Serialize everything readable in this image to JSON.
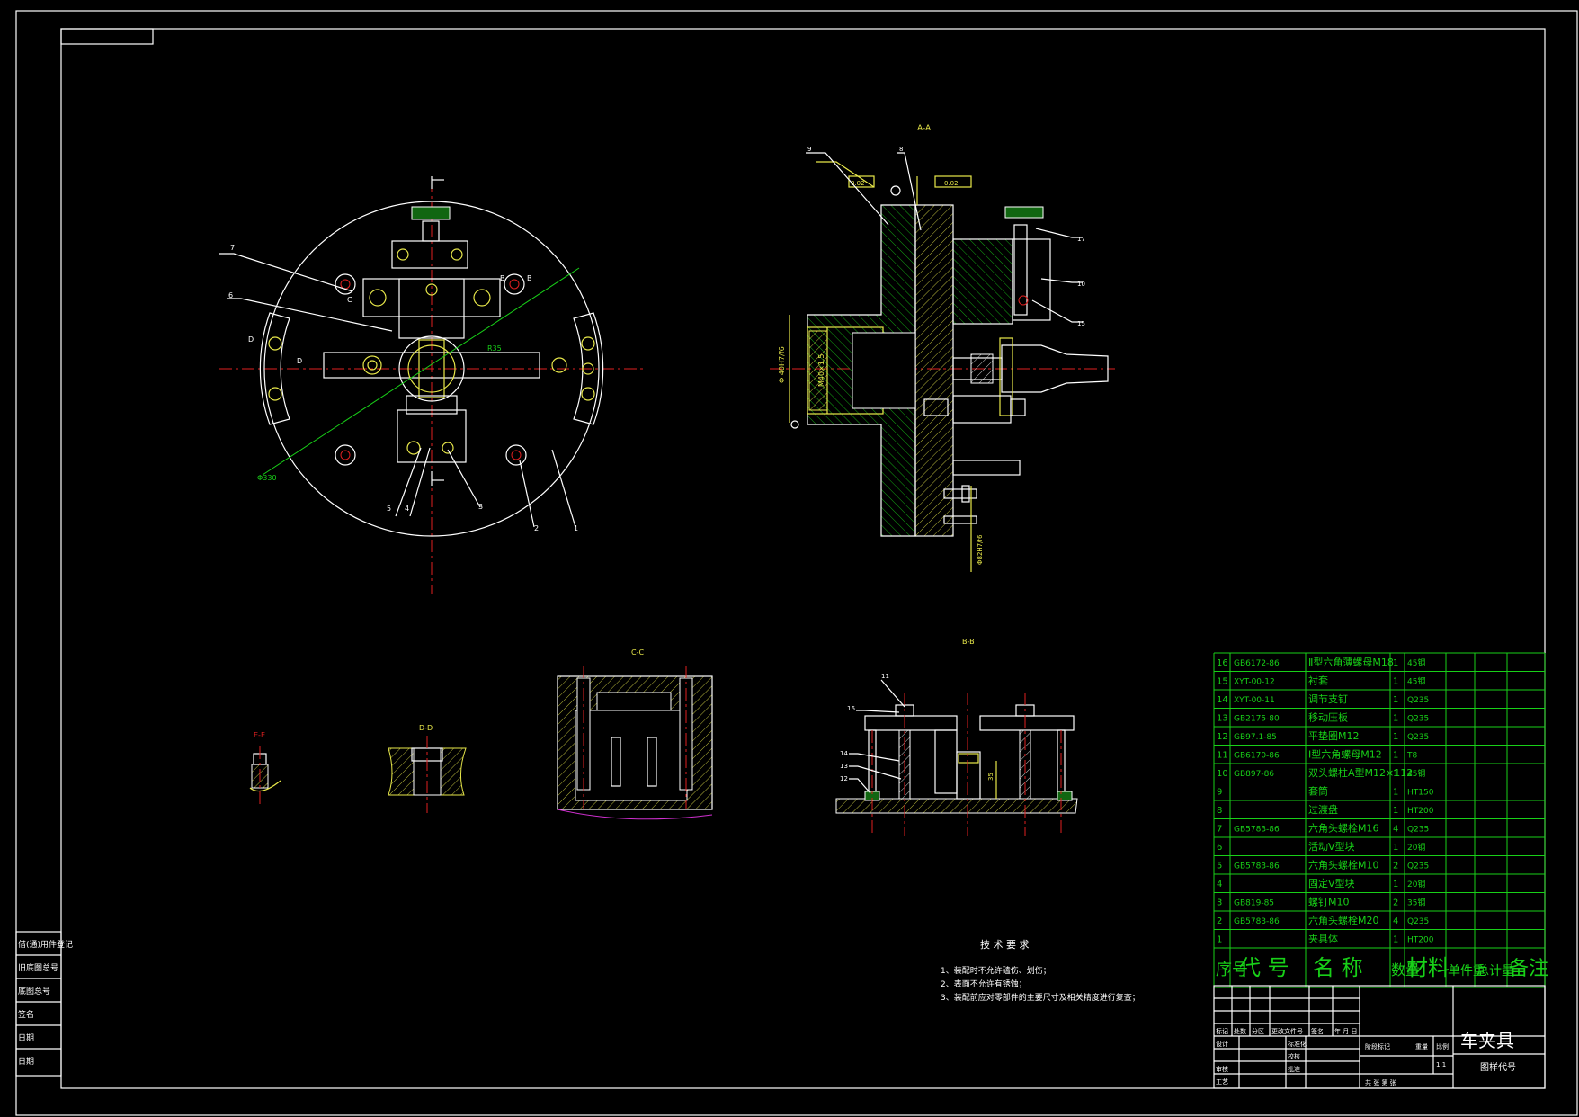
{
  "drawing": {
    "title": "车夹具",
    "drawing_no_label": "图样代号",
    "scale_value": "1:1"
  },
  "views": {
    "section_aa": "A-A",
    "section_cc": "C-C",
    "section_bb": "B-B",
    "section_dd": "D-D",
    "section_ee": "E-E"
  },
  "tech_req": {
    "heading": "技 术 要 求",
    "items": [
      "1、装配时不允许磕伤、划伤；",
      "2、表面不允许有锈蚀；",
      "3、装配前应对零部件的主要尺寸及相关精度进行复查；"
    ]
  },
  "bom": {
    "rows": [
      {
        "no": "16",
        "code": "GB6172-86",
        "name": "Ⅱ型六角薄螺母M18",
        "qty": "1",
        "mat": "45钢"
      },
      {
        "no": "15",
        "code": "XYT-00-12",
        "name": "衬套",
        "qty": "1",
        "mat": "45钢"
      },
      {
        "no": "14",
        "code": "XYT-00-11",
        "name": "调节支钉",
        "qty": "1",
        "mat": "Q235"
      },
      {
        "no": "13",
        "code": "GB2175-80",
        "name": "移动压板",
        "qty": "1",
        "mat": "Q235"
      },
      {
        "no": "12",
        "code": "GB97.1-85",
        "name": "平垫圈M12",
        "qty": "1",
        "mat": "Q235"
      },
      {
        "no": "11",
        "code": "GB6170-86",
        "name": "Ⅰ型六角螺母M12",
        "qty": "1",
        "mat": "T8"
      },
      {
        "no": "10",
        "code": "GB897-86",
        "name": "双头螺柱A型M12×112",
        "qty": "1",
        "mat": "45钢"
      },
      {
        "no": "9",
        "code": "",
        "name": "套筒",
        "qty": "1",
        "mat": "HT150"
      },
      {
        "no": "8",
        "code": "",
        "name": "过渡盘",
        "qty": "1",
        "mat": "HT200"
      },
      {
        "no": "7",
        "code": "GB5783-86",
        "name": "六角头螺栓M16",
        "qty": "4",
        "mat": "Q235"
      },
      {
        "no": "6",
        "code": "",
        "name": "活动V型块",
        "qty": "1",
        "mat": "20钢"
      },
      {
        "no": "5",
        "code": "GB5783-86",
        "name": "六角头螺栓M10",
        "qty": "2",
        "mat": "Q235"
      },
      {
        "no": "4",
        "code": "",
        "name": "固定V型块",
        "qty": "1",
        "mat": "20钢"
      },
      {
        "no": "3",
        "code": "GB819-85",
        "name": "螺钉M10",
        "qty": "2",
        "mat": "35钢"
      },
      {
        "no": "2",
        "code": "GB5783-86",
        "name": "六角头螺栓M20",
        "qty": "4",
        "mat": "Q235"
      },
      {
        "no": "1",
        "code": "",
        "name": "夹具体",
        "qty": "1",
        "mat": "HT200"
      }
    ],
    "header": {
      "no": "序号",
      "code": "代  号",
      "name": "名  称",
      "qty": "数量",
      "mat": "材料",
      "unit_wt": "单件重",
      "total_wt": "总计量",
      "note": "备注"
    }
  },
  "title_block": {
    "mark": "标记",
    "count": "处数",
    "zone": "分区",
    "change_doc": "更改文件号",
    "sign": "签名",
    "date": "年 月 日",
    "design": "设计",
    "standardize": "标准化",
    "drafted": "校核",
    "review": "审核",
    "process": "工艺",
    "approve": "批准",
    "stage_mark": "阶段标记",
    "weight": "重量",
    "scale": "比例",
    "sheets": "共  张  第  张"
  },
  "side_table": {
    "rows": [
      "借(通)用件登记",
      "旧底图总号",
      "底图总号",
      "签名",
      "日期",
      "日期"
    ]
  },
  "balloons": {
    "plan": [
      "7",
      "6",
      "D",
      "D",
      "C",
      "B",
      "B",
      "5",
      "4",
      "3",
      "2",
      "1"
    ],
    "aa": [
      "9",
      "8",
      "17",
      "10",
      "15"
    ],
    "bb": [
      "16",
      "14",
      "13",
      "12",
      "11"
    ]
  },
  "dims": {
    "plan_dia": "Φ330",
    "plan_r": "R35",
    "aa_tol1": "0.02",
    "aa_tol2": "0.02",
    "aa_dia1": "Φ 40H7/f6",
    "aa_dia2": "M40×1.5",
    "aa_dia3": "Φ82H7/f6",
    "bb_h": "35"
  },
  "colors": {
    "outline": "#ffffff",
    "part": "#e8e84a",
    "table": "#18d018",
    "center": "#e02020",
    "fillet": "#d030d0"
  }
}
